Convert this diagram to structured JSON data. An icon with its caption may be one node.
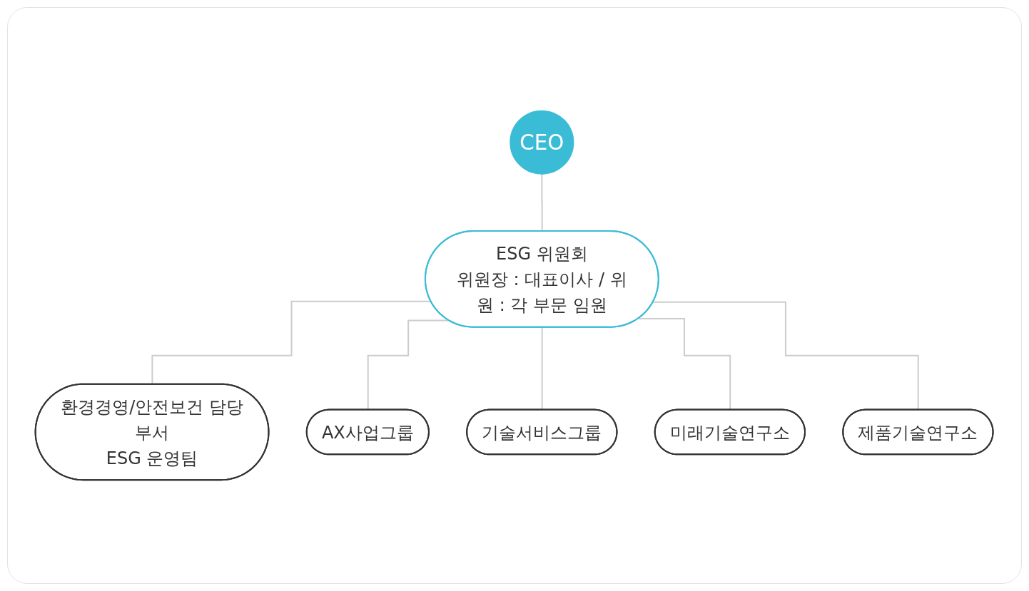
{
  "diagram": {
    "nodes": [
      {
        "text": [
          "CEO"
        ]
      },
      {
        "text": [
          "ESG 위원회",
          "위원장 : 대표이사 / 위원 : 각 부문 임원"
        ]
      },
      {
        "text": [
          "환경경영/안전보건 담당부서",
          "ESG 운영팀"
        ]
      },
      {
        "text": [
          "AX사업그룹"
        ]
      },
      {
        "text": [
          "기술서비스그룹"
        ]
      },
      {
        "text": [
          "미래기술연구소"
        ]
      },
      {
        "text": [
          "제품기술연구소"
        ]
      }
    ],
    "edges": [
      {
        "from": 0,
        "to": 1,
        "arrow": "none"
      },
      {
        "from": 1,
        "to": 2,
        "arrow": "none"
      },
      {
        "from": 1,
        "to": 3,
        "arrow": "none"
      },
      {
        "from": 1,
        "to": 4,
        "arrow": "none"
      },
      {
        "from": 1,
        "to": 5,
        "arrow": "none"
      },
      {
        "from": 1,
        "to": 6,
        "arrow": "none"
      }
    ]
  }
}
